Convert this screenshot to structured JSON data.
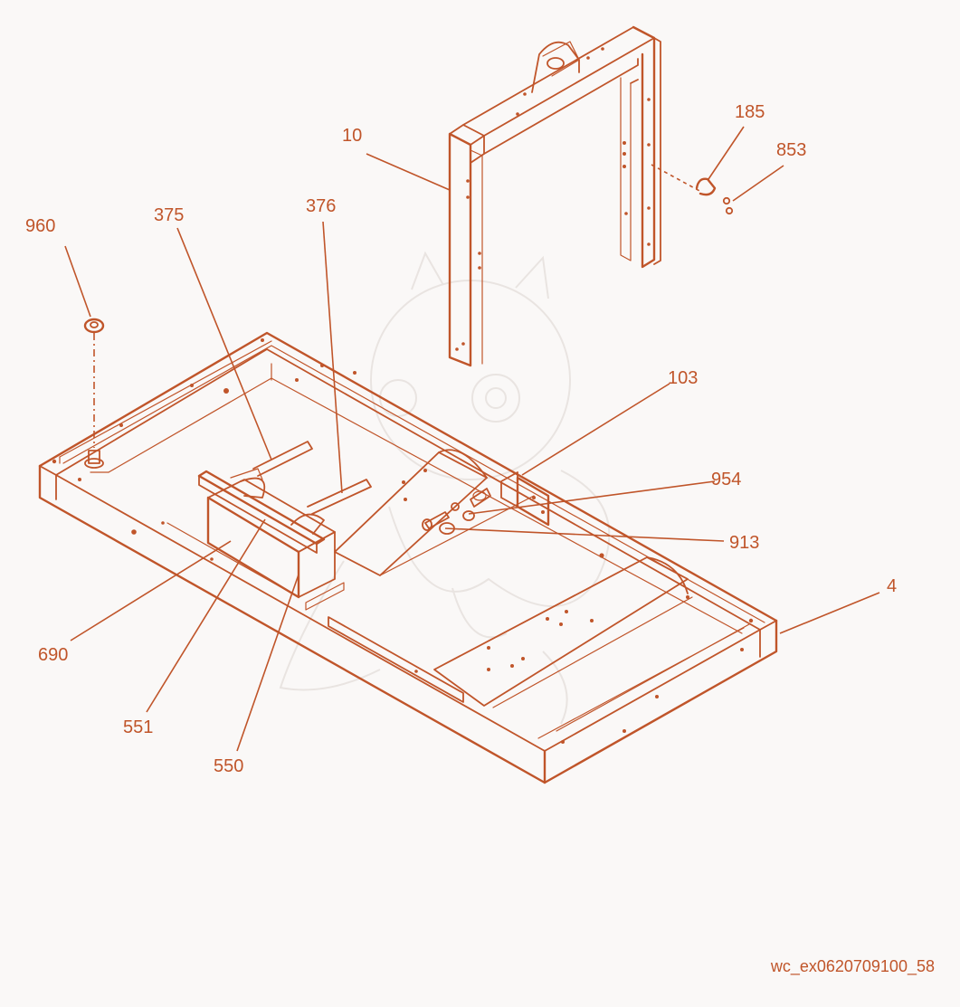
{
  "colors": {
    "line": "#c0552a",
    "text": "#c0552a",
    "background": "#faf8f7",
    "watermark": "#e9e4e1"
  },
  "callouts": {
    "c10": "10",
    "c185": "185",
    "c853": "853",
    "c960": "960",
    "c375": "375",
    "c376": "376",
    "c103": "103",
    "c954": "954",
    "c913": "913",
    "c4": "4",
    "c690": "690",
    "c551": "551",
    "c550": "550"
  },
  "figure_id": "wc_ex0620709100_58"
}
